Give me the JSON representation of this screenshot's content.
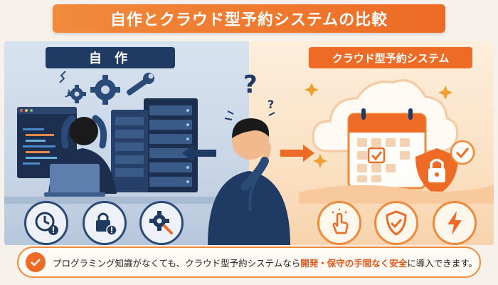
{
  "title": "自作とクラウド型予約システムの比較",
  "left_panel": {
    "label": "自 作",
    "code_snippet": "</>",
    "icons": [
      "clock-warning-icon",
      "lock-warning-icon",
      "gear-warning-icon"
    ]
  },
  "center": {
    "question_mark": "?"
  },
  "right_panel": {
    "label": "クラウド型予約システム",
    "icons": [
      "hand-pointer-icon",
      "shield-check-icon",
      "lightning-icon"
    ]
  },
  "banner": {
    "text_before": "プログラミング知識がなくても、クラウド型予約システムなら",
    "highlight": "開発・保守の手間なく安全",
    "text_after": "に導入できます。"
  },
  "colors": {
    "accent_orange": "#ee6b25",
    "navy": "#1f3a63"
  }
}
